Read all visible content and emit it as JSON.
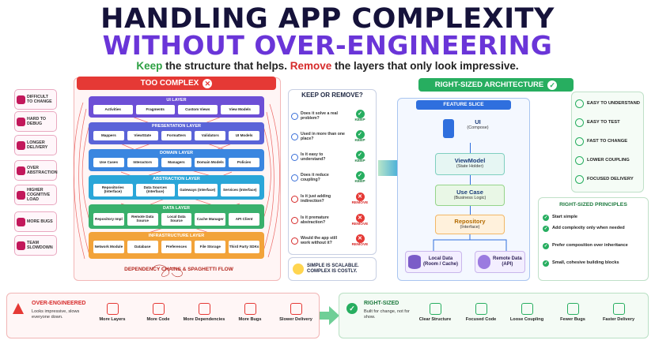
{
  "title": {
    "line1": "HANDLING APP COMPLEXITY",
    "line2": "WITHOUT OVER-ENGINEERING"
  },
  "subtitle": {
    "keep": "Keep",
    "mid": "the structure that helps.",
    "remove": "Remove",
    "end": "the layers that only look impressive."
  },
  "problems": [
    {
      "label": "DIFFICULT TO CHANGE",
      "icon": "tangle-icon"
    },
    {
      "label": "HARD TO DEBUG",
      "icon": "bug-icon"
    },
    {
      "label": "LONGER DELIVERY",
      "icon": "clock-icon"
    },
    {
      "label": "OVER ABSTRACTION",
      "icon": "cube-icon"
    },
    {
      "label": "HIGHER COGNITIVE LOAD",
      "icon": "brain-icon"
    },
    {
      "label": "MORE BUGS",
      "icon": "bug-icon"
    },
    {
      "label": "TEAM SLOWDOWN",
      "icon": "team-icon"
    }
  ],
  "too_complex": {
    "header": "TOO COMPLEX",
    "layers": [
      {
        "name": "UI LAYER",
        "color": "#6d4fd6",
        "chips": [
          "Activities",
          "Fragments",
          "Custom Views",
          "View Models"
        ]
      },
      {
        "name": "PRESENTATION LAYER",
        "color": "#5a63d8",
        "chips": [
          "Mappers",
          "ViewState",
          "Formatters",
          "Validators",
          "UI Models"
        ]
      },
      {
        "name": "DOMAIN LAYER",
        "color": "#3a86e0",
        "chips": [
          "Use Cases",
          "Interactors",
          "Managers",
          "Domain Models",
          "Policies"
        ]
      },
      {
        "name": "ABSTRACTION LAYER",
        "color": "#2aa6d8",
        "chips": [
          "Repositories (Interface)",
          "Data Sources (Interface)",
          "Gateways (Interface)",
          "Services (Interface)"
        ]
      },
      {
        "name": "DATA LAYER",
        "color": "#39b06c",
        "chips": [
          "Repository Impl",
          "Remote Data Source",
          "Local Data Source",
          "Cache Manager",
          "API Client"
        ]
      },
      {
        "name": "INFRASTRUCTURE LAYER",
        "color": "#f2a33a",
        "chips": [
          "Network Module",
          "Database",
          "Preferences",
          "File Storage",
          "Third Party SDKs"
        ]
      }
    ],
    "footer": "DEPENDENCY CHAINS & SPAGHETTI FLOW"
  },
  "keep_or_remove": {
    "title": "KEEP OR REMOVE?",
    "items": [
      {
        "q": "Does it solve a real problem?",
        "verdict": "KEEP"
      },
      {
        "q": "Used in more than one place?",
        "verdict": "KEEP"
      },
      {
        "q": "Is it easy to understand?",
        "verdict": "KEEP"
      },
      {
        "q": "Does it reduce coupling?",
        "verdict": "KEEP"
      },
      {
        "q": "Is it just adding indirection?",
        "verdict": "REMOVE"
      },
      {
        "q": "Is it premature abstraction?",
        "verdict": "REMOVE"
      },
      {
        "q": "Would the app still work without it?",
        "verdict": "REMOVE"
      }
    ],
    "note": [
      "SIMPLE IS SCALABLE.",
      "COMPLEX IS COSTLY."
    ]
  },
  "right_sized": {
    "header": "RIGHT-SIZED ARCHITECTURE",
    "slice_title": "FEATURE SLICE",
    "nodes": [
      {
        "name": "UI",
        "sub": "(Compose)"
      },
      {
        "name": "ViewModel",
        "sub": "(State Holder)"
      },
      {
        "name": "Use Case",
        "sub": "(Business Logic)"
      },
      {
        "name": "Repository",
        "sub": "(Interface)"
      }
    ],
    "local": {
      "name": "Local Data",
      "sub": "(Room / Cache)"
    },
    "remote": {
      "name": "Remote Data",
      "sub": "(API)"
    },
    "benefits": [
      "EASY TO UNDERSTAND",
      "EASY TO TEST",
      "FAST TO CHANGE",
      "LOWER COUPLING",
      "FOCUSED DELIVERY"
    ],
    "principles_title": "RIGHT-SIZED PRINCIPLES",
    "principles": [
      "Start simple",
      "Add complexity only when needed",
      "Prefer composition over inheritance",
      "Small, cohesive building blocks"
    ]
  },
  "bottom": {
    "bad": {
      "title": "OVER-ENGINEERED",
      "desc": "Looks impressive, slows everyone down.",
      "items": [
        "More Layers",
        "More Code",
        "More Dependencies",
        "More Bugs",
        "Slower Delivery"
      ]
    },
    "good": {
      "title": "RIGHT-SIZED",
      "desc": "Built for change, not for show.",
      "items": [
        "Clear Structure",
        "Focused Code",
        "Loose Coupling",
        "Fewer Bugs",
        "Faster Delivery"
      ]
    }
  },
  "colors": {
    "red": "#e53935",
    "green": "#27ae60",
    "purple": "#6a35d8",
    "blue": "#2f6fde"
  }
}
